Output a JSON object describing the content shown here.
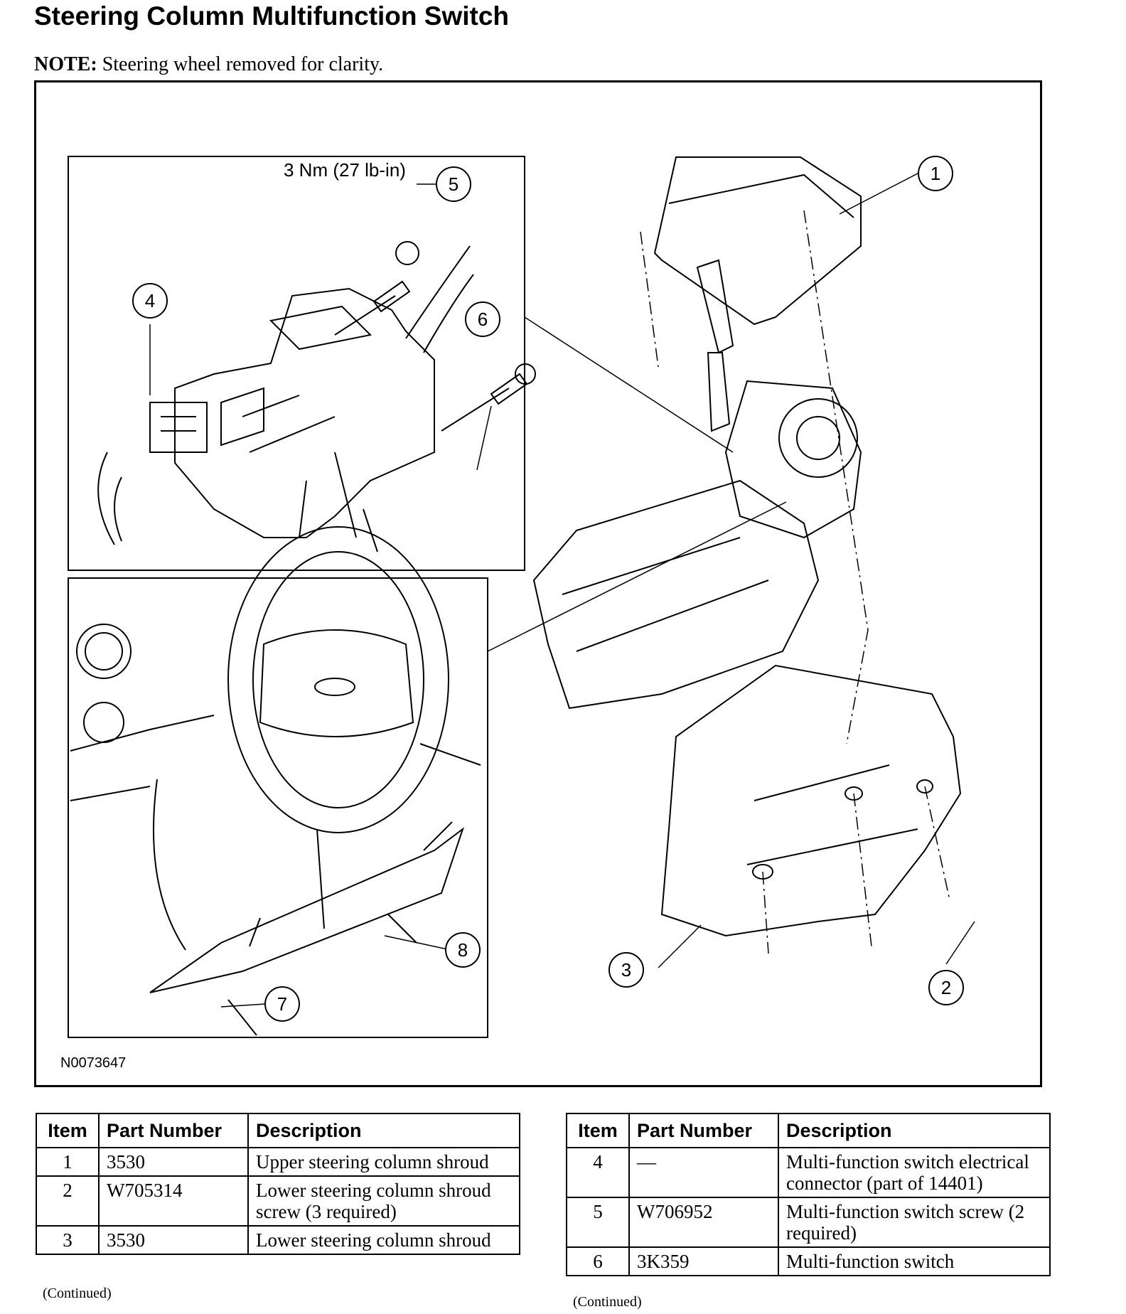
{
  "page": {
    "title": "Steering Column Multifunction Switch",
    "note_label": "NOTE:",
    "note_text": " Steering wheel removed for clarity."
  },
  "figure": {
    "id": "N0073647",
    "torque_label": "3 Nm (27 lb-in)",
    "callouts": [
      "1",
      "2",
      "3",
      "4",
      "5",
      "6",
      "7",
      "8"
    ]
  },
  "tables": [
    {
      "headers": [
        "Item",
        "Part Number",
        "Description"
      ],
      "rows": [
        {
          "item": "1",
          "part": "3530",
          "desc": "Upper steering column shroud"
        },
        {
          "item": "2",
          "part": "W705314",
          "desc": "Lower steering column shroud screw (3 required)"
        },
        {
          "item": "3",
          "part": "3530",
          "desc": "Lower steering column shroud"
        }
      ],
      "continued": "(Continued)"
    },
    {
      "headers": [
        "Item",
        "Part Number",
        "Description"
      ],
      "rows": [
        {
          "item": "4",
          "part": "—",
          "desc": "Multi-function switch electrical connector (part of 14401)"
        },
        {
          "item": "5",
          "part": "W706952",
          "desc": "Multi-function switch screw (2 required)"
        },
        {
          "item": "6",
          "part": "3K359",
          "desc": "Multi-function switch"
        }
      ],
      "continued": "(Continued)"
    }
  ]
}
